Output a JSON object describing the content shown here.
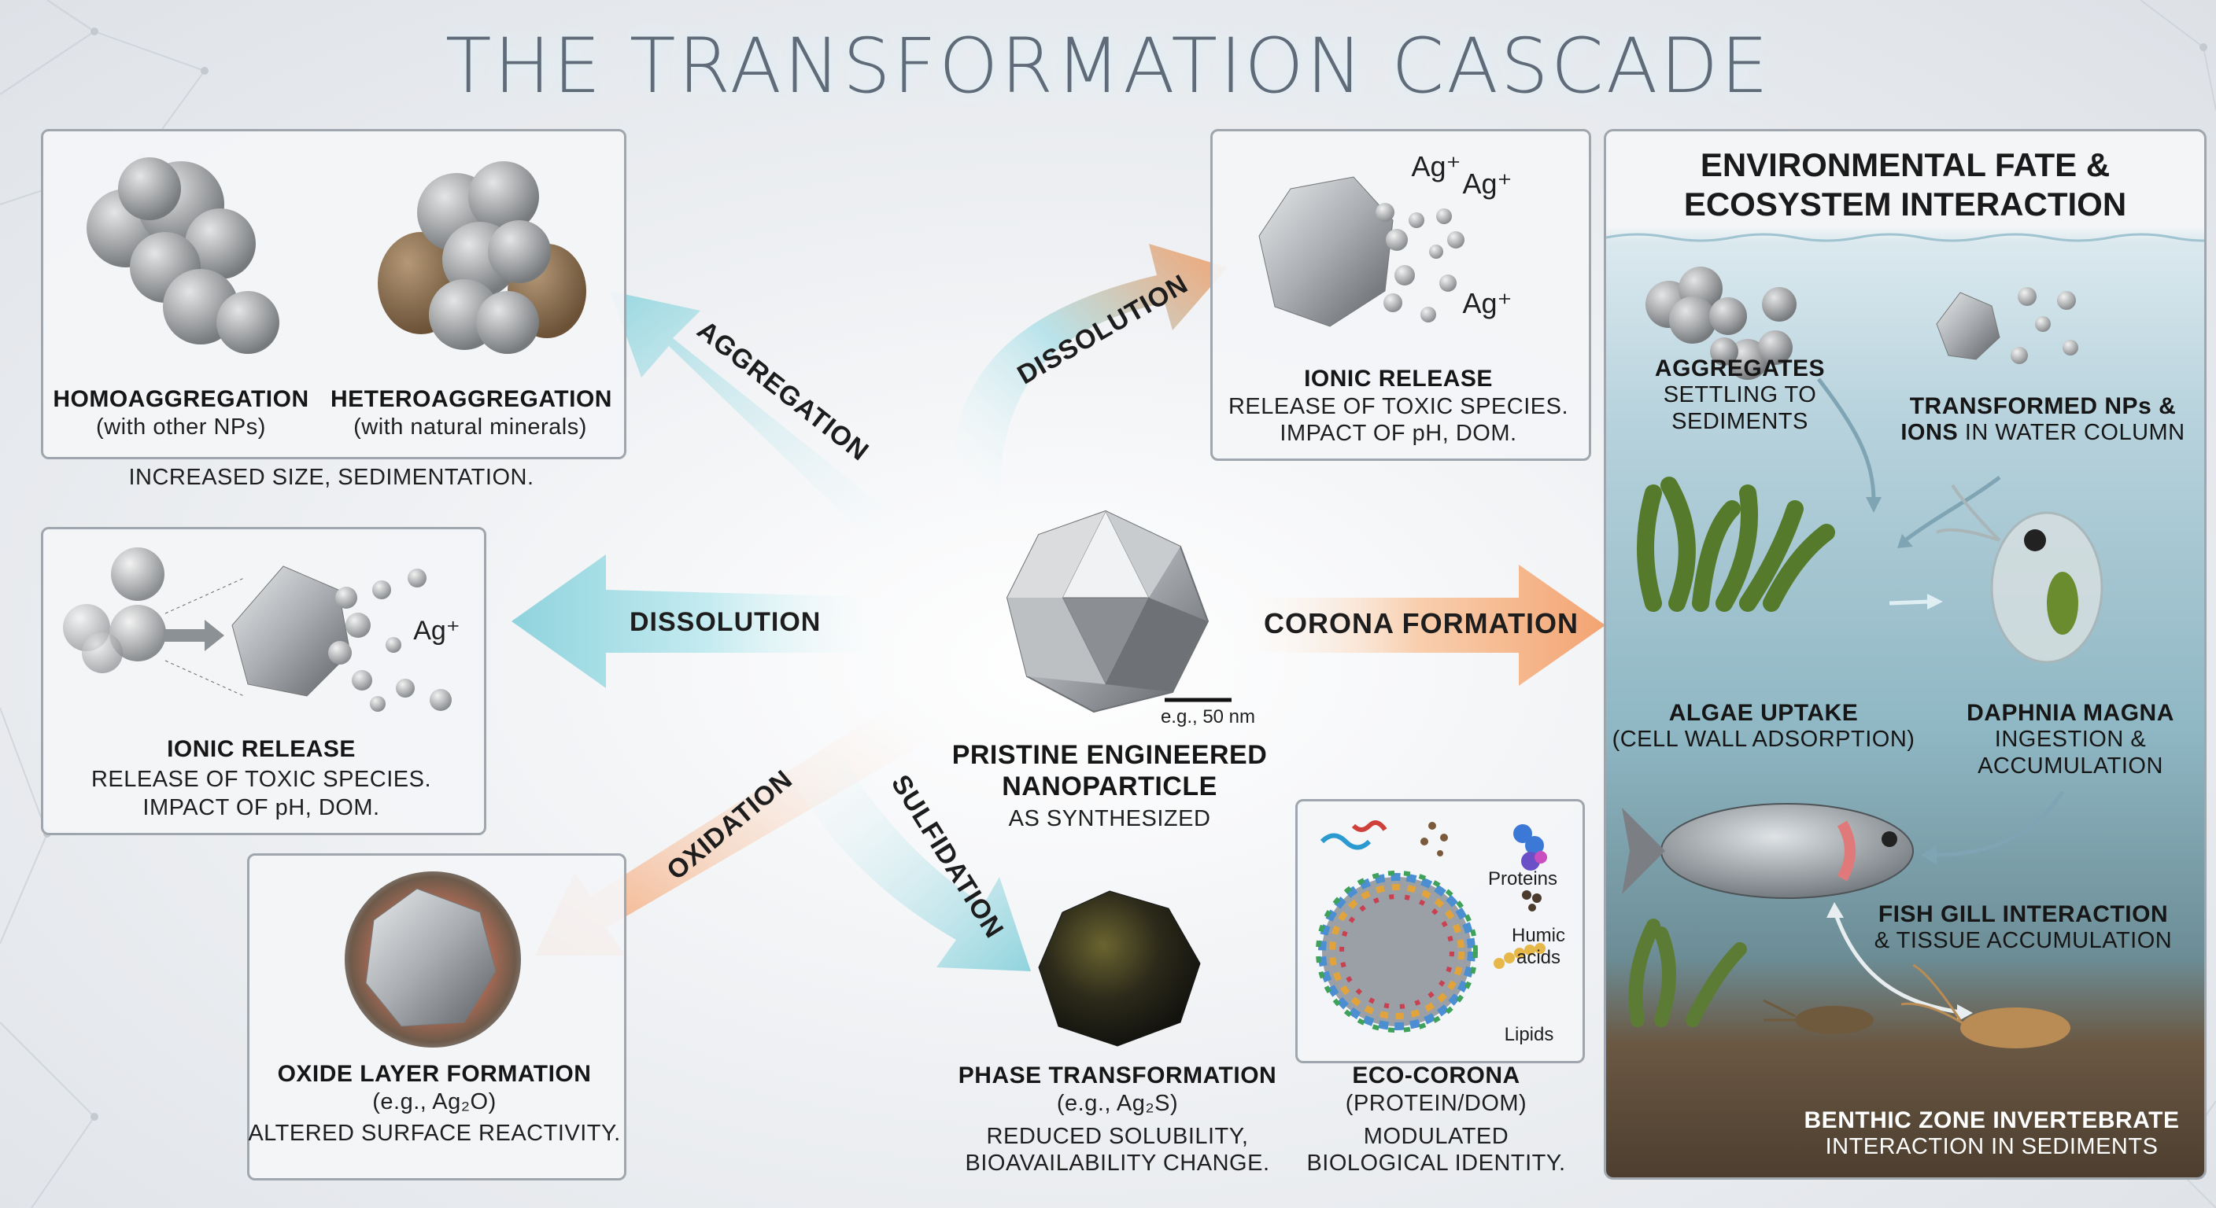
{
  "title": "THE TRANSFORMATION CASCADE",
  "center": {
    "name_line1": "PRISTINE ENGINEERED",
    "name_line2": "NANOPARTICLE",
    "subtitle": "AS SYNTHESIZED",
    "scale_label": "e.g., 50 nm"
  },
  "arrows": {
    "aggregation": "AGGREGATION",
    "dissolution_left": "DISSOLUTION",
    "dissolution_top": "DISSOLUTION",
    "oxidation": "OXIDATION",
    "sulfidation": "SULFIDATION",
    "corona": "CORONA FORMATION"
  },
  "aggregation_panel": {
    "homo_title": "HOMOAGGREGATION",
    "homo_sub": "(with other NPs)",
    "hetero_title": "HETEROAGGREGATION",
    "hetero_sub": "(with natural minerals)",
    "caption": "INCREASED SIZE, SEDIMENTATION."
  },
  "dissolution_left_panel": {
    "ion": "Ag⁺",
    "title": "IONIC RELEASE",
    "line1": "RELEASE OF TOXIC SPECIES.",
    "line2": "IMPACT OF pH, DOM."
  },
  "dissolution_top_panel": {
    "ion1": "Ag⁺",
    "ion2": "Ag⁺",
    "ion3": "Ag⁺",
    "title": "IONIC RELEASE",
    "line1": "RELEASE OF TOXIC SPECIES.",
    "line2": "IMPACT OF pH, DOM."
  },
  "oxidation_panel": {
    "title": "OXIDE LAYER FORMATION",
    "formula": "(e.g., Ag₂O)",
    "caption": "ALTERED SURFACE REACTIVITY."
  },
  "sulfidation_result": {
    "title": "PHASE TRANSFORMATION",
    "formula": "(e.g., Ag₂S)",
    "line1": "REDUCED SOLUBILITY,",
    "line2": "BIOAVAILABILITY CHANGE."
  },
  "corona_panel": {
    "proteins": "Proteins",
    "humic1": "Humic",
    "humic2": "acids",
    "lipids": "Lipids",
    "title": "ECO-CORONA",
    "sub": "(PROTEIN/DOM)",
    "line1": "MODULATED",
    "line2": "BIOLOGICAL IDENTITY."
  },
  "environment": {
    "title_line1": "ENVIRONMENTAL FATE &",
    "title_line2": "ECOSYSTEM INTERACTION",
    "aggregates_title": "AGGREGATES",
    "aggregates_line1": "SETTLING TO",
    "aggregates_line2": "SEDIMENTS",
    "transformed_line1": "TRANSFORMED NPs &",
    "transformed_bold2": "IONS",
    "transformed_rest2": " IN WATER COLUMN",
    "algae_title": "ALGAE UPTAKE",
    "algae_sub": "(CELL WALL ADSORPTION)",
    "daphnia_title": "DAPHNIA MAGNA",
    "daphnia_line1": "INGESTION &",
    "daphnia_line2": "ACCUMULATION",
    "fish_title": "FISH GILL INTERACTION",
    "fish_sub": "& TISSUE ACCUMULATION",
    "benthic_title": "BENTHIC ZONE INVERTEBRATE",
    "benthic_sub": "INTERACTION IN SEDIMENTS"
  }
}
